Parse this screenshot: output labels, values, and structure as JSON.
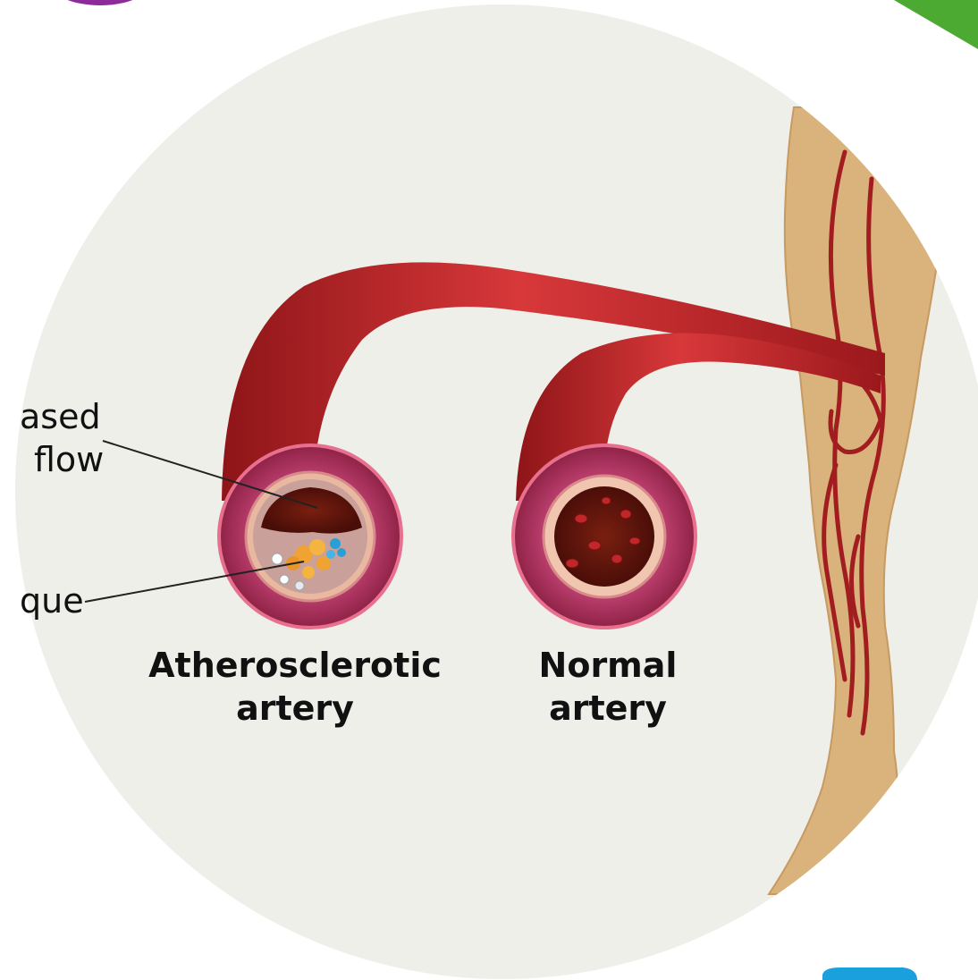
{
  "labels": {
    "decreased_flow_line1": "ased",
    "decreased_flow_line2": "flow",
    "plaque": "que",
    "athero_line1": "Atherosclerotic",
    "athero_line2": "artery",
    "normal_line1": "Normal",
    "normal_line2": "artery"
  },
  "colors": {
    "background_circle": "#efefea",
    "artery_red": "#b81f24",
    "artery_wall": "#9e2a4e",
    "skin": "#d9b27c",
    "accent_purple": "#8e2b9a",
    "accent_green": "#4caa33",
    "accent_blue": "#1aa0dc"
  }
}
